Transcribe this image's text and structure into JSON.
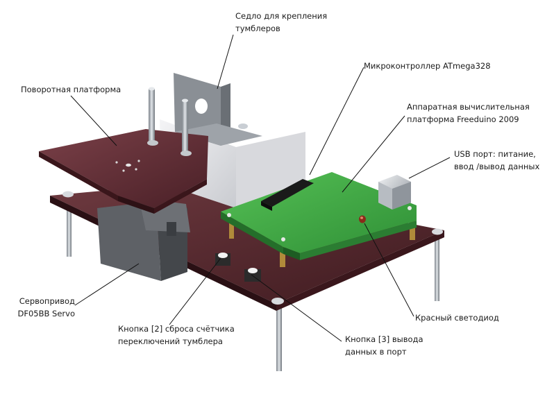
{
  "labels": {
    "saddle": [
      "Седло для крепления",
      "тумблеров"
    ],
    "mcu": [
      "Микроконтроллер ATmega328"
    ],
    "platform_rot": [
      "Поворотная платформа"
    ],
    "freeduino": [
      "Аппаратная вычислительная",
      "платформа Freeduino 2009"
    ],
    "usb": [
      "USB порт: питание,",
      "ввод /вывод данных"
    ],
    "servo": [
      "Сервопривод",
      "DF05BB Servo"
    ],
    "led": [
      "Красный светодиод"
    ],
    "btn2": [
      "Кнопка [2] сброса счётчика",
      "переключений тумблера"
    ],
    "btn3": [
      "Кнопка [3] вывода",
      "данных в порт"
    ]
  },
  "colors": {
    "base_board": "#5a2a30",
    "rotary_plate": "#5b2a33",
    "pcb": "#3fae3f",
    "chip": "#1a1a1a",
    "block": "#e8e8ea",
    "saddle": "#8a8f95",
    "servo": "#5e6166",
    "rods": "#b9bec4"
  }
}
